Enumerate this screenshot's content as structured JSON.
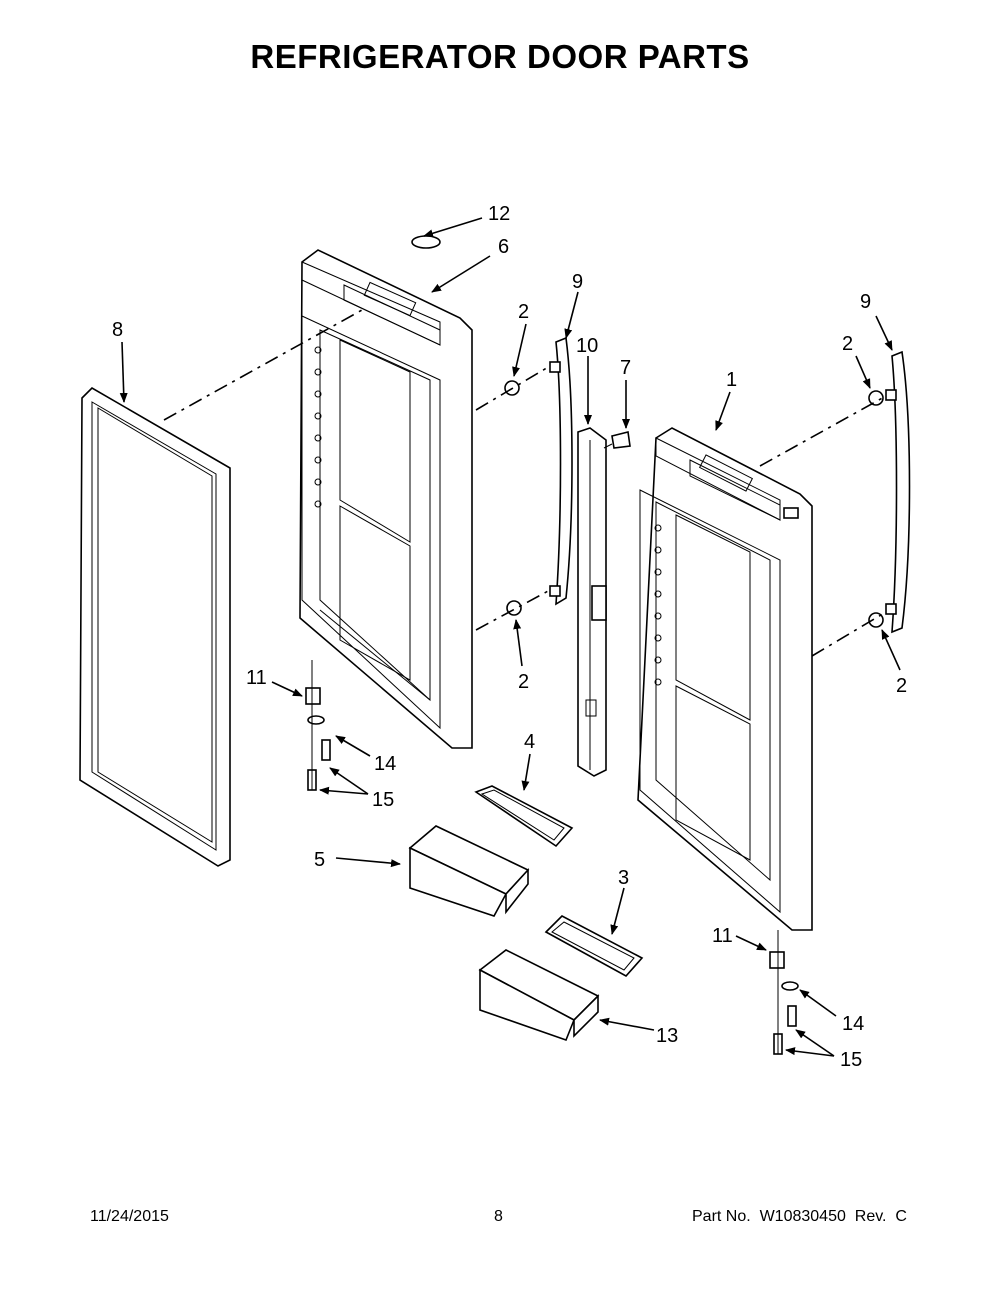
{
  "title": "REFRIGERATOR DOOR PARTS",
  "callouts": {
    "c1": "1",
    "c2a": "2",
    "c2b": "2",
    "c2c": "2",
    "c2d": "2",
    "c3": "3",
    "c4": "4",
    "c5": "5",
    "c6": "6",
    "c7": "7",
    "c8": "8",
    "c9a": "9",
    "c9b": "9",
    "c10": "10",
    "c11a": "11",
    "c11b": "11",
    "c12": "12",
    "c13": "13",
    "c14a": "14",
    "c14b": "14",
    "c15a": "15",
    "c15b": "15"
  },
  "footer": {
    "date": "11/24/2015",
    "page": "8",
    "part_number": "Part No.  W10830450  Rev.  C"
  }
}
